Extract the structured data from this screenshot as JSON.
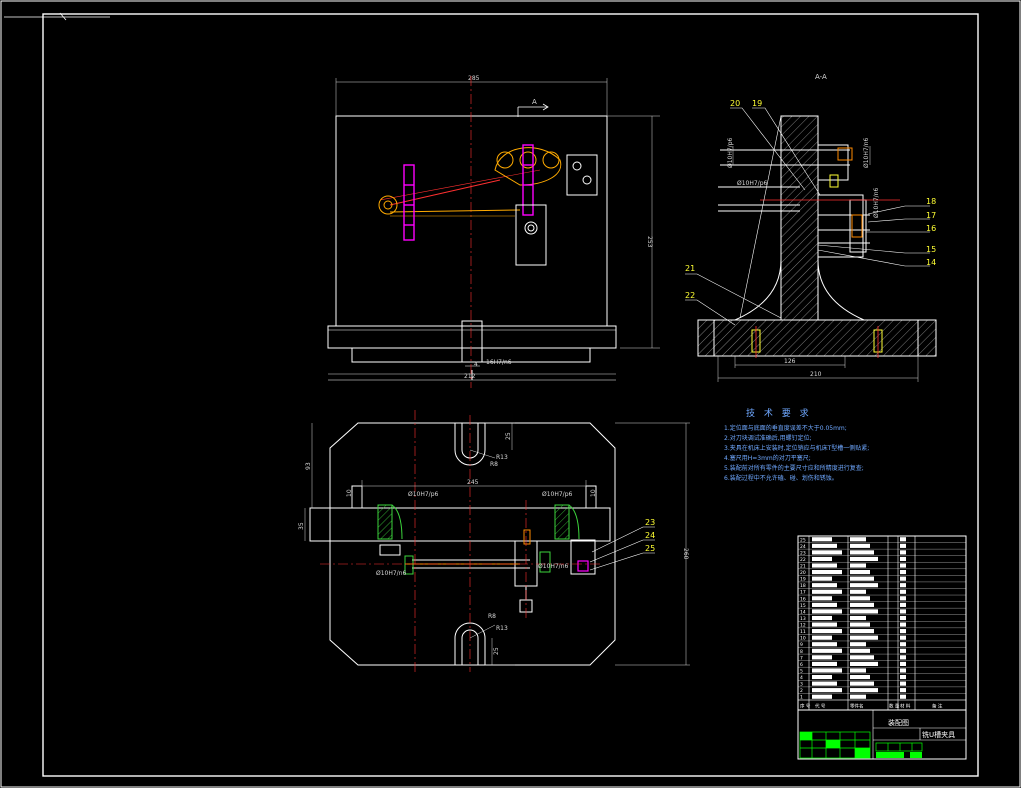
{
  "section_label": "A-A",
  "view_arrow_label": "A",
  "front_view": {
    "dims": {
      "width": "285",
      "height": "253",
      "slot_fit": "16H7/n6",
      "slot_offset": "4",
      "bottom": "212"
    }
  },
  "section_view": {
    "dims": {
      "fit_pin_upper": "Ø10H7/p6",
      "fit_pin_upper_right": "Ø10H7/n6",
      "fit_pin_mid": "Ø10H7/p6",
      "fit_pin_right": "Ø10H7/n6",
      "inner_width": "126",
      "overall_width": "210"
    },
    "part_numbers": [
      "20",
      "19",
      "18",
      "17",
      "16",
      "15",
      "14",
      "21",
      "22"
    ]
  },
  "top_view": {
    "dims": {
      "length": "245",
      "width": "260",
      "left_offset": "93",
      "side": "35",
      "slot_upper": "25",
      "slot_lower": "25",
      "r_upper": "R13",
      "r_upper_inner": "R8",
      "r_lower_inner": "R8",
      "r_lower": "R13",
      "fit_left": "Ø10H7/p6",
      "fit_right": "Ø10H7/p6",
      "fit_lower_left": "Ø10H7/n6",
      "fit_lower_right": "Ø10H7/n6",
      "end_left": "10",
      "end_right": "10"
    },
    "part_numbers": [
      "23",
      "24",
      "25"
    ]
  },
  "tech_requirements": {
    "title": "技 术 要 求",
    "items": [
      "1.定位面与底面的垂直度误差不大于0.05mm;",
      "2.对刀块调试准确后,用螺钉定位;",
      "3.夹具在机床上安装时,定位销应与机床T型槽一侧贴紧;",
      "4.塞尺用H=3mm的对刀平塞尺;",
      "5.装配前对所有零件的主要尺寸应和所精度进行复查;",
      "6.装配过程中不允许磕、碰、划伤和锈蚀。"
    ]
  },
  "title_block": {
    "drawing_name": "装配图",
    "part_name": "铣U槽夹具",
    "header_row": [
      "序 号",
      "代   号",
      "零件名",
      "数 量",
      "材   料",
      "备   注"
    ]
  },
  "bom_rows": [
    "25",
    "24",
    "23",
    "22",
    "21",
    "20",
    "19",
    "18",
    "17",
    "16",
    "15",
    "14",
    "13",
    "12",
    "11",
    "10",
    "9",
    "8",
    "7",
    "6",
    "5",
    "4",
    "3",
    "2",
    "1"
  ],
  "colors": {
    "background": "#000000",
    "line": "#ffffff",
    "center": "#ff3030",
    "part": "#ff00ff",
    "label": "#ffff33",
    "notes": "#6fa8ff",
    "accent": "#00ff00"
  }
}
